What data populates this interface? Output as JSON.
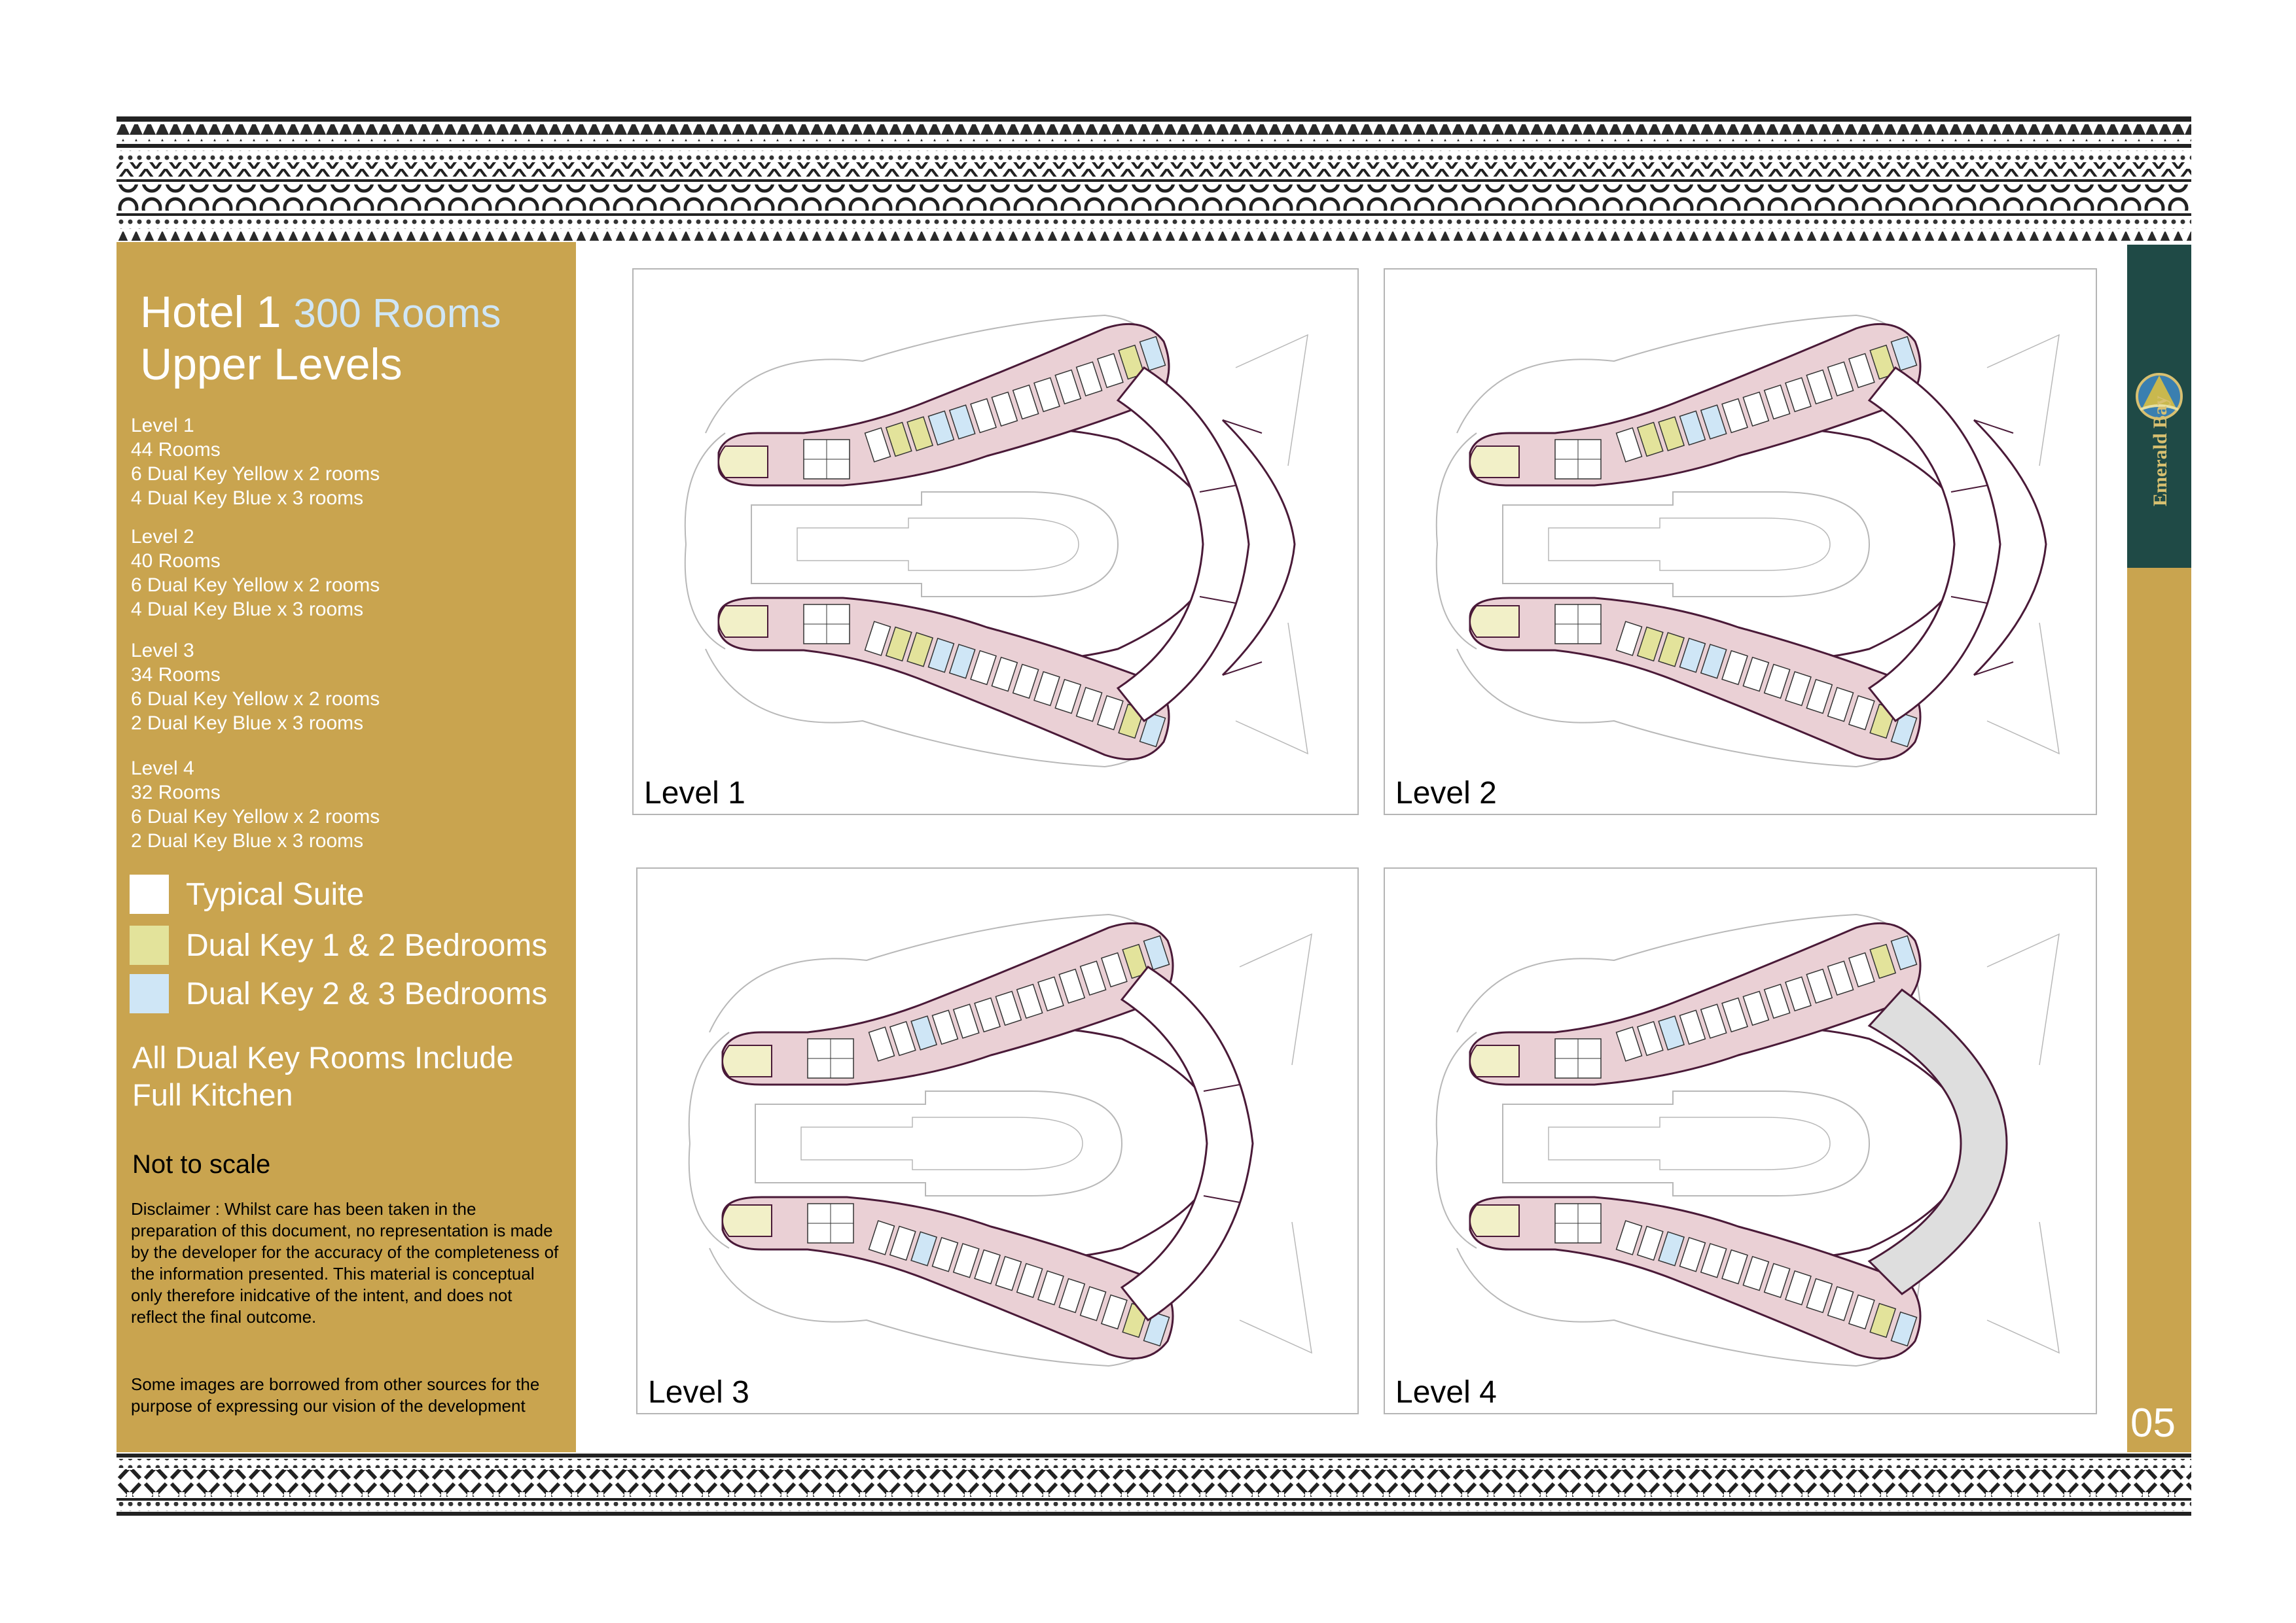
{
  "sidebar": {
    "title_hotel": "Hotel 1",
    "title_rooms": "300 Rooms",
    "title_sub": "Upper Levels",
    "levels": [
      {
        "name": "Level 1",
        "rooms": "44 Rooms",
        "yellow": "6 Dual Key Yellow x 2 rooms",
        "blue": "4 Dual Key Blue x 3 rooms"
      },
      {
        "name": "Level 2",
        "rooms": "40 Rooms",
        "yellow": "6 Dual Key Yellow x 2 rooms",
        "blue": "4 Dual Key Blue x 3 rooms"
      },
      {
        "name": "Level 3",
        "rooms": "34 Rooms",
        "yellow": "6 Dual Key Yellow x 2 rooms",
        "blue": "2 Dual Key Blue x 3 rooms"
      },
      {
        "name": "Level 4",
        "rooms": "32 Rooms",
        "yellow": "6 Dual Key Yellow x 2 rooms",
        "blue": "2 Dual Key Blue x 3 rooms"
      }
    ],
    "legend": [
      {
        "label": "Typical Suite",
        "color": "#ffffff"
      },
      {
        "label": "Dual Key 1 & 2 Bedrooms",
        "color": "#e3e39b"
      },
      {
        "label": "Dual Key 2 & 3 Bedrooms",
        "color": "#cfe6f6"
      }
    ],
    "kitchen_note": "All Dual Key Rooms Include Full Kitchen",
    "scale_note": "Not to scale",
    "disclaimer": "Disclaimer : Whilst care has been taken in the preparation of this document, no representation is made by the developer for the accuracy of the completeness of the information presented. This material is conceptual only therefore inidcative of the intent, and does not reflect the final outcome.",
    "images_note": "Some images are borrowed from other sources for the purpose of expressing our  vision of the development"
  },
  "panels": [
    {
      "label": "Level 1"
    },
    {
      "label": "Level 2"
    },
    {
      "label": "Level 3"
    },
    {
      "label": "Level 4"
    }
  ],
  "brand": {
    "name": "Emerald Bay"
  },
  "page_number": "05",
  "colors": {
    "gold": "#c9a44f",
    "brand_green": "#1f4a46",
    "suite_pink": "#ead0d5",
    "dual_yellow": "#e3e39b",
    "dual_blue": "#cfe6f6",
    "outline": "#4a1a38"
  }
}
